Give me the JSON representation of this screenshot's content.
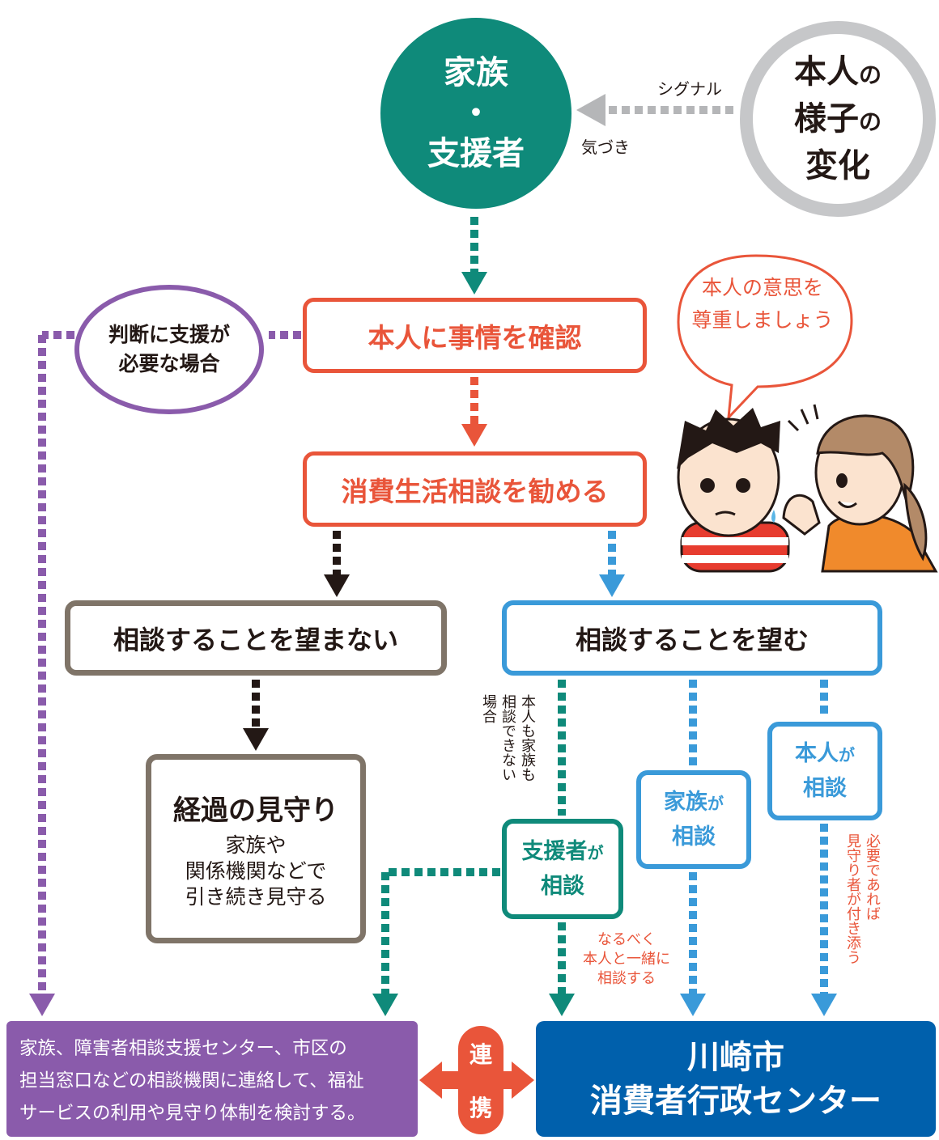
{
  "nodes": {
    "family_supporter": {
      "line1": "家族",
      "dot": "・",
      "line2": "支援者"
    },
    "self_change": {
      "a": "本人",
      "a_small": "の",
      "b": "様子",
      "b_small": "の",
      "c": "変化"
    },
    "judge_case": {
      "line1": "判断に支援が",
      "line2": "必要な場合"
    },
    "confirm": "本人に事情を確認",
    "recommend": "消費生活相談を勧める",
    "no_wish": "相談することを望まない",
    "wish": "相談することを望む",
    "watch": {
      "title": "経過の見守り",
      "lines": [
        "家族や",
        "関係機関などで",
        "引き続き見守る"
      ]
    },
    "self_consult": {
      "a": "本人",
      "ga": "が",
      "b": "相談"
    },
    "family_consult": {
      "a": "家族",
      "ga": "が",
      "b": "相談"
    },
    "supporter_consult": {
      "a": "支援者",
      "ga": "が",
      "b": "相談"
    },
    "bottom_left": [
      "家族、障害者相談支援センター、市区の",
      "担当窓口などの相談機関に連絡して、福祉",
      "サービスの利用や見守り体制を検討する。"
    ],
    "bottom_right": [
      "川崎市",
      "消費者行政センター"
    ],
    "renkei": [
      "連",
      "携"
    ]
  },
  "labels": {
    "signal": "シグナル",
    "notice": "気づき",
    "bubble": [
      "本人の意思を",
      "尊重しましょう"
    ],
    "cannot_consult": [
      "本人も家族も",
      "相談できない",
      "場合"
    ],
    "together": [
      "なるべく",
      "本人と一緒に",
      "相談する"
    ],
    "accompany": [
      "必要であれば",
      "見守り者が付き添う"
    ]
  },
  "colors": {
    "teal": "#0f8a7a",
    "gray": "#c6c7c9",
    "purple": "#8a5bab",
    "orange": "#e9553a",
    "brown": "#7f7468",
    "blue": "#3a9ad9",
    "navy": "#0060ac",
    "black": "#231815"
  }
}
